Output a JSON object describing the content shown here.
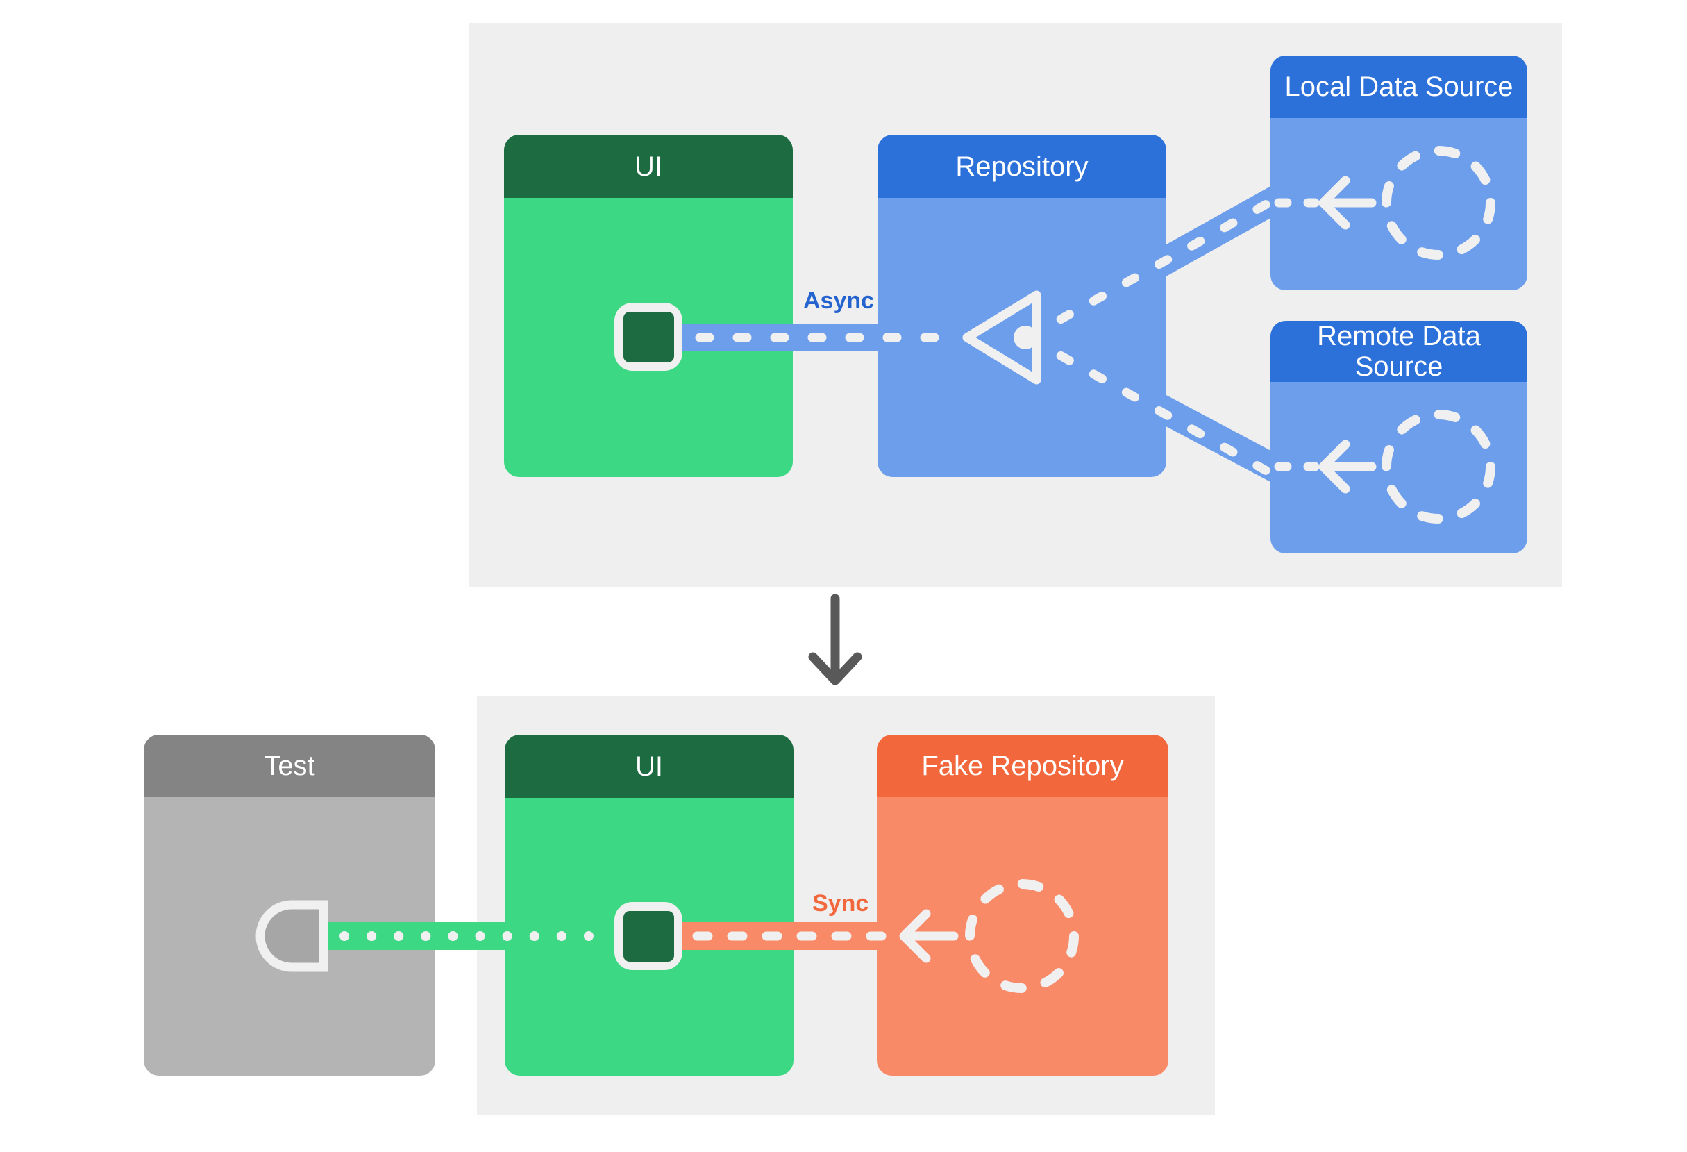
{
  "colors": {
    "page_bg": "#ffffff",
    "panel_bg": "#efefef",
    "green_header": "#1c6b41",
    "green_body": "#3dd884",
    "blue_header": "#2c70da",
    "blue_body": "#6d9eeb",
    "gray_header": "#848484",
    "gray_body": "#b4b4b4",
    "orange_header": "#f2683c",
    "orange_body": "#f98a68",
    "stroke_white": "#f0f0f0",
    "down_arrow": "#595959",
    "async_label": "#2564cf",
    "sync_label": "#f2673c",
    "test_icon_fill": "#a6a6a6"
  },
  "top": {
    "ui_label": "UI",
    "repository_label": "Repository",
    "local_label": "Local Data Source",
    "remote_label": "Remote Data Source",
    "connection_label": "Async"
  },
  "bottom": {
    "test_label": "Test",
    "ui_label": "UI",
    "fake_repository_label": "Fake Repository",
    "connection_label": "Sync"
  },
  "icons": {
    "ui_screen": "rounded-square-screen",
    "data_source": "dashed-circle",
    "flow_arrow": "left-arrow",
    "repository_merge": "open-left-triangle",
    "test_probe": "half-round-left-shape",
    "transition": "down-arrow"
  }
}
